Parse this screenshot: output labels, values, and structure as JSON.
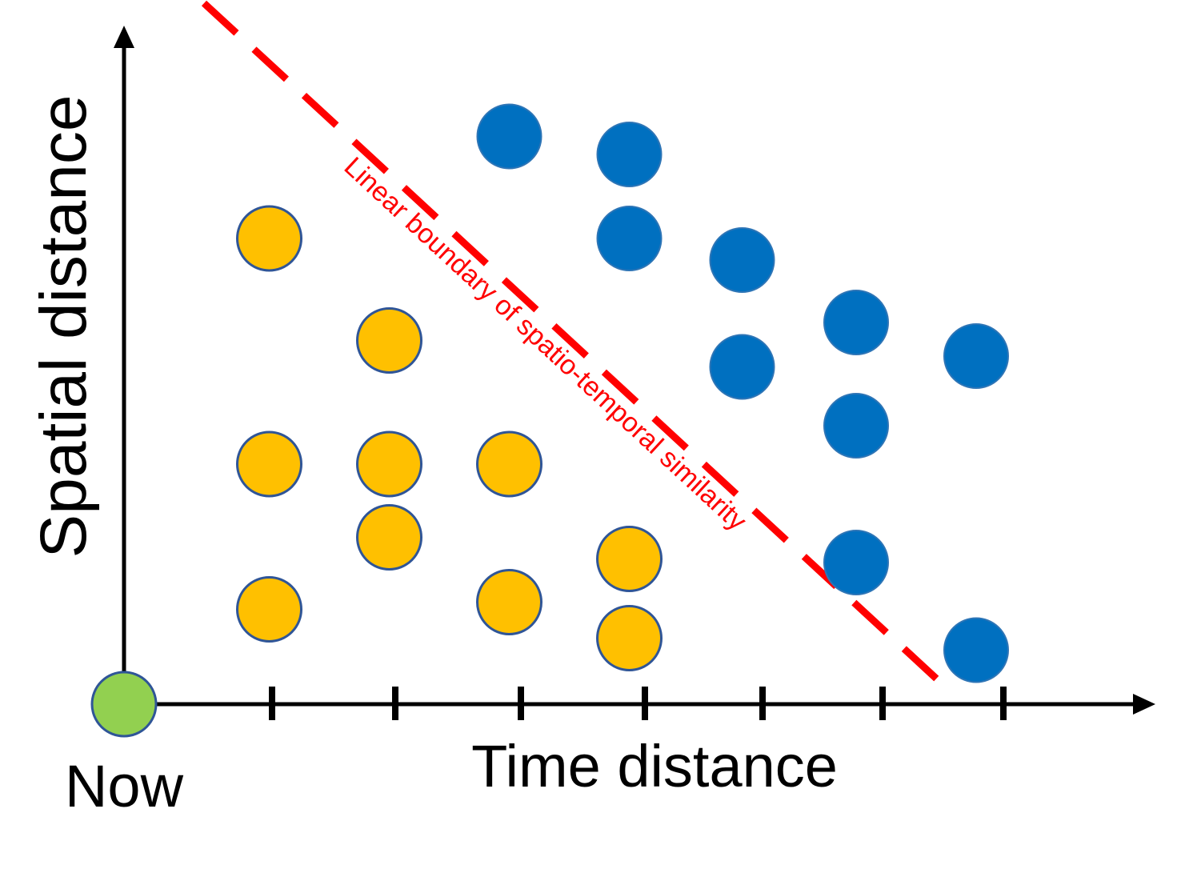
{
  "labels": {
    "y_axis": "Spatial distance",
    "x_axis": "Time distance",
    "origin": "Now",
    "boundary": "Linear boundary of spatio-temporal similarity"
  },
  "colors": {
    "axis": "#000000",
    "near_fill": "#FFC000",
    "near_stroke": "#2F5597",
    "far_fill": "#0070C0",
    "far_stroke": "#2E75B6",
    "origin_fill": "#92D050",
    "origin_stroke": "#2F5597",
    "boundary": "#FF0000"
  },
  "x_ticks": [
    1,
    2,
    3,
    4,
    5,
    6,
    7
  ],
  "points": {
    "near": [
      [
        1.21,
        3.88
      ],
      [
        2.21,
        3.03
      ],
      [
        1.21,
        2.0
      ],
      [
        2.21,
        2.0
      ],
      [
        3.21,
        2.0
      ],
      [
        2.21,
        1.39
      ],
      [
        4.21,
        1.21
      ],
      [
        1.21,
        0.79
      ],
      [
        3.21,
        0.85
      ],
      [
        4.21,
        0.55
      ]
    ],
    "far": [
      [
        3.21,
        4.73
      ],
      [
        4.21,
        4.58
      ],
      [
        4.21,
        3.88
      ],
      [
        5.15,
        3.7
      ],
      [
        6.1,
        3.18
      ],
      [
        7.1,
        2.9
      ],
      [
        5.15,
        2.81
      ],
      [
        6.1,
        2.32
      ],
      [
        6.1,
        1.18
      ],
      [
        7.1,
        0.45
      ]
    ]
  }
}
